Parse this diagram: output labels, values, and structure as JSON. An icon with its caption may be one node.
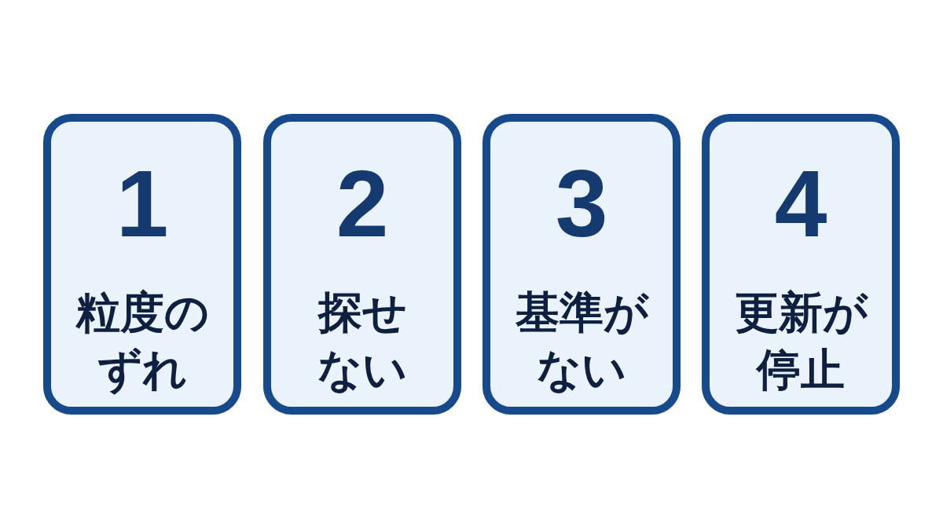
{
  "diagram": {
    "nodes": [
      {
        "text": [
          "1",
          "粒度のずれ"
        ]
      },
      {
        "text": [
          "2",
          "探せない"
        ]
      },
      {
        "text": [
          "3",
          "基準がない"
        ]
      },
      {
        "text": [
          "4",
          "更新が停止"
        ]
      }
    ]
  }
}
